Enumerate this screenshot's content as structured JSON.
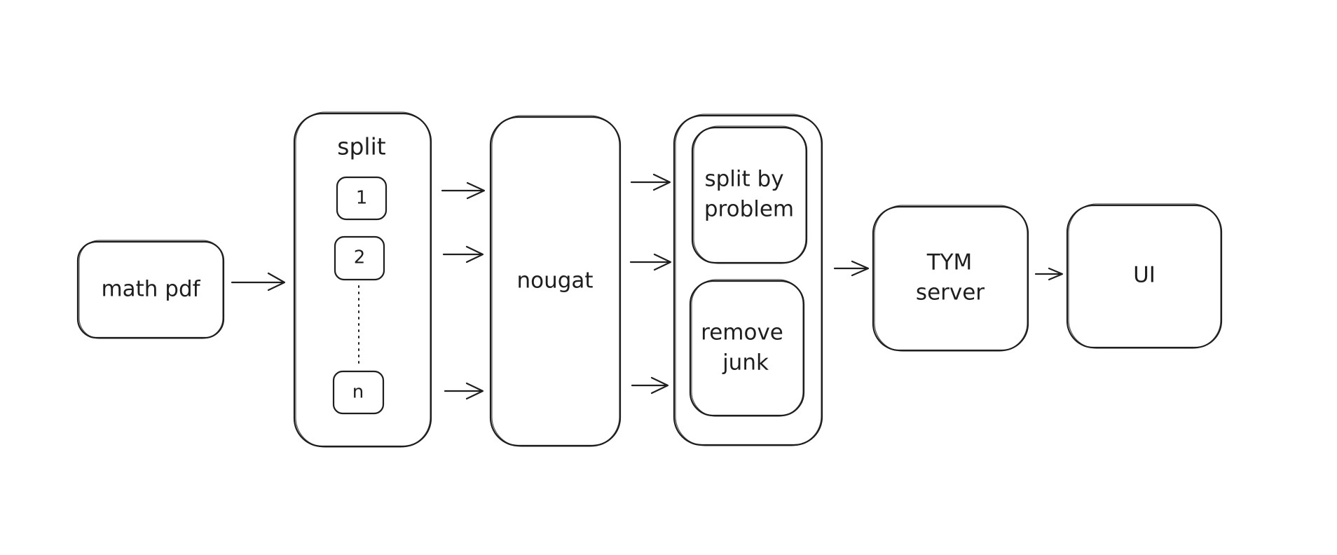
{
  "diagram": {
    "nodes": {
      "math_pdf": "math pdf",
      "split": "split",
      "split_item_1": "1",
      "split_item_2": "2",
      "split_item_n": "n",
      "nougat": "nougat",
      "split_by_problem_line1": "split by",
      "split_by_problem_line2": "problem",
      "remove_junk_line1": "remove",
      "remove_junk_line2": "junk",
      "tym_server_line1": "TYM",
      "tym_server_line2": "server",
      "ui": "UI"
    },
    "edges": [
      {
        "from": "math pdf",
        "to": "split"
      },
      {
        "from": "1",
        "to": "nougat"
      },
      {
        "from": "2",
        "to": "nougat"
      },
      {
        "from": "n",
        "to": "nougat"
      },
      {
        "from": "nougat",
        "to": "split by problem"
      },
      {
        "from": "nougat",
        "to": "remove junk"
      },
      {
        "from": "nougat",
        "to": "remove junk"
      },
      {
        "from": "split by problem / remove junk",
        "to": "TYM server"
      },
      {
        "from": "TYM server",
        "to": "UI"
      }
    ],
    "colors": {
      "stroke": "#1e1e1e",
      "background": "#ffffff"
    }
  }
}
